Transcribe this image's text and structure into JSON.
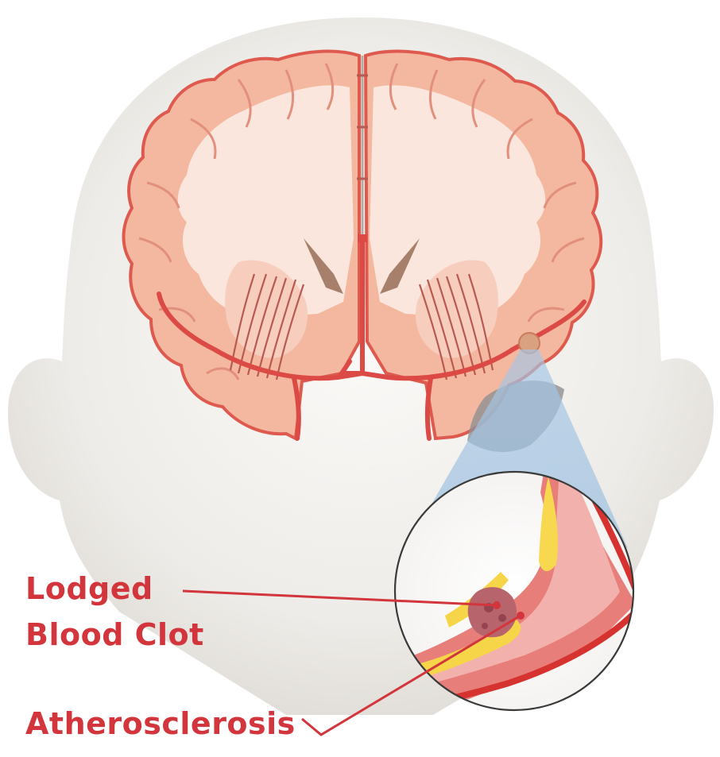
{
  "labels": {
    "clot_line1": "Lodged",
    "clot_line2": "Blood Clot",
    "atherosclerosis": "Atherosclerosis"
  },
  "colors": {
    "label_red": "#d3353c",
    "head_fill": "#efeeeb",
    "brain_cortex": "#f4b9a2",
    "brain_white_matter": "#fbe7df",
    "artery_red": "#dd4e4a",
    "zoom_blue": "#a9c9e6",
    "plaque_yellow": "#f6d54a",
    "ischemic_gray": "#9a9a9a"
  },
  "icons": [
    "head-silhouette",
    "brain-coronal-section",
    "artery-zoom-inset",
    "blood-clot",
    "atherosclerotic-plaque"
  ]
}
